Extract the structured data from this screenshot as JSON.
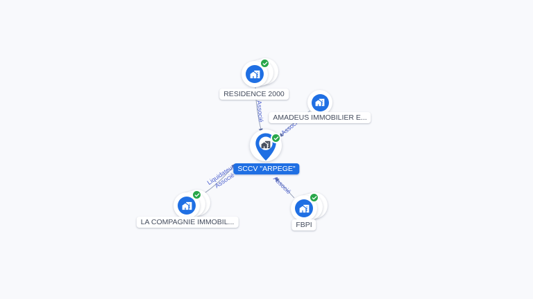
{
  "app": {
    "type": "company-relations-graph",
    "background_color": "#f8f9fc"
  },
  "graph": {
    "center": {
      "label": "SCCV \"ARPEGE\"",
      "verified": true,
      "icon": "building-pin-icon"
    },
    "nodes": [
      {
        "label": "RESIDENCE 2000",
        "verified": true,
        "stacked": true,
        "icon": "building-icon"
      },
      {
        "label": "AMADEUS IMMOBILIER E...",
        "verified": false,
        "stacked": false,
        "icon": "building-icon"
      },
      {
        "label": "LA COMPAGNIE IMMOBIL...",
        "verified": true,
        "stacked": true,
        "icon": "building-icon"
      },
      {
        "label": "FBPI",
        "verified": true,
        "stacked": true,
        "icon": "building-icon"
      }
    ],
    "edges": [
      {
        "from": "RESIDENCE 2000",
        "to": "SCCV \"ARPEGE\"",
        "roles": [
          "Associé"
        ]
      },
      {
        "from": "AMADEUS IMMOBILIER E...",
        "to": "SCCV \"ARPEGE\"",
        "roles": [
          "Associé"
        ]
      },
      {
        "from": "LA COMPAGNIE IMMOBIL...",
        "to": "SCCV \"ARPEGE\"",
        "roles": [
          "Liquidateur",
          "Associé"
        ]
      },
      {
        "from": "FBPI",
        "to": "SCCV \"ARPEGE\"",
        "roles": [
          "Associé"
        ]
      }
    ],
    "colors": {
      "node_blue": "#1f6fe3",
      "verified_green": "#28a74a",
      "edge_line": "#9aa5bb",
      "edge_label_blue": "#4f63cf",
      "label_text": "#434b5c"
    }
  }
}
